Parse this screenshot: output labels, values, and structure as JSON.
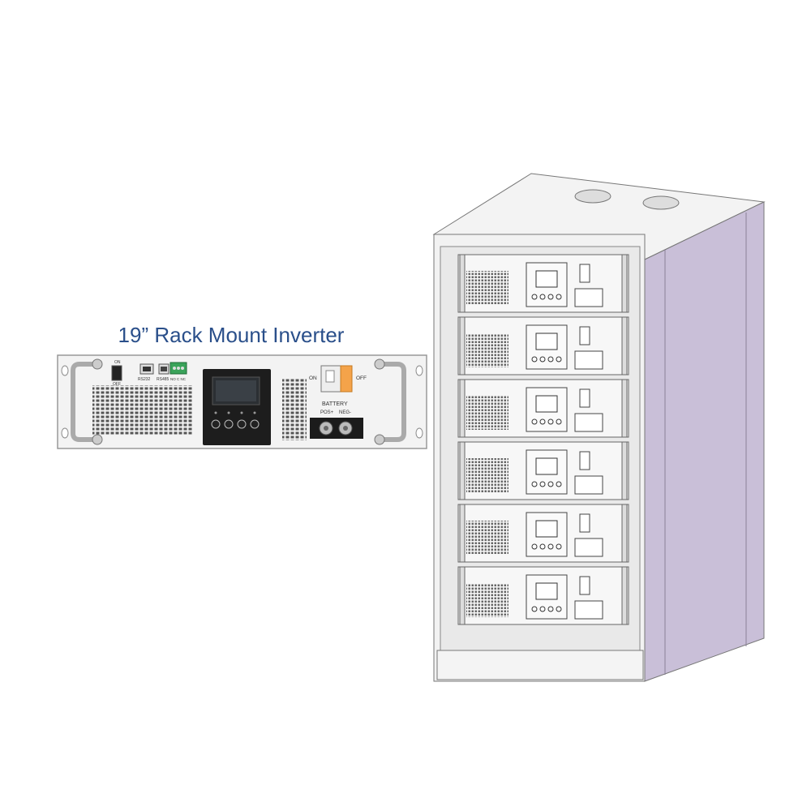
{
  "title": "19” Rack Mount Inverter",
  "inverter": {
    "power_on_label": "ON",
    "power_off_label": "OFF",
    "port_rs232": "RS232",
    "port_rs485": "RS485",
    "port_dry": "NO C NC",
    "breaker_on": "ON",
    "breaker_off": "OFF",
    "battery_label": "BATTERY",
    "pos_label": "POS+",
    "neg_label": "NEG-"
  },
  "cabinet": {
    "unit_count": 6,
    "colors": {
      "side": "#c9bfd8",
      "frame": "#f2f2f2",
      "stroke": "#777777"
    }
  }
}
